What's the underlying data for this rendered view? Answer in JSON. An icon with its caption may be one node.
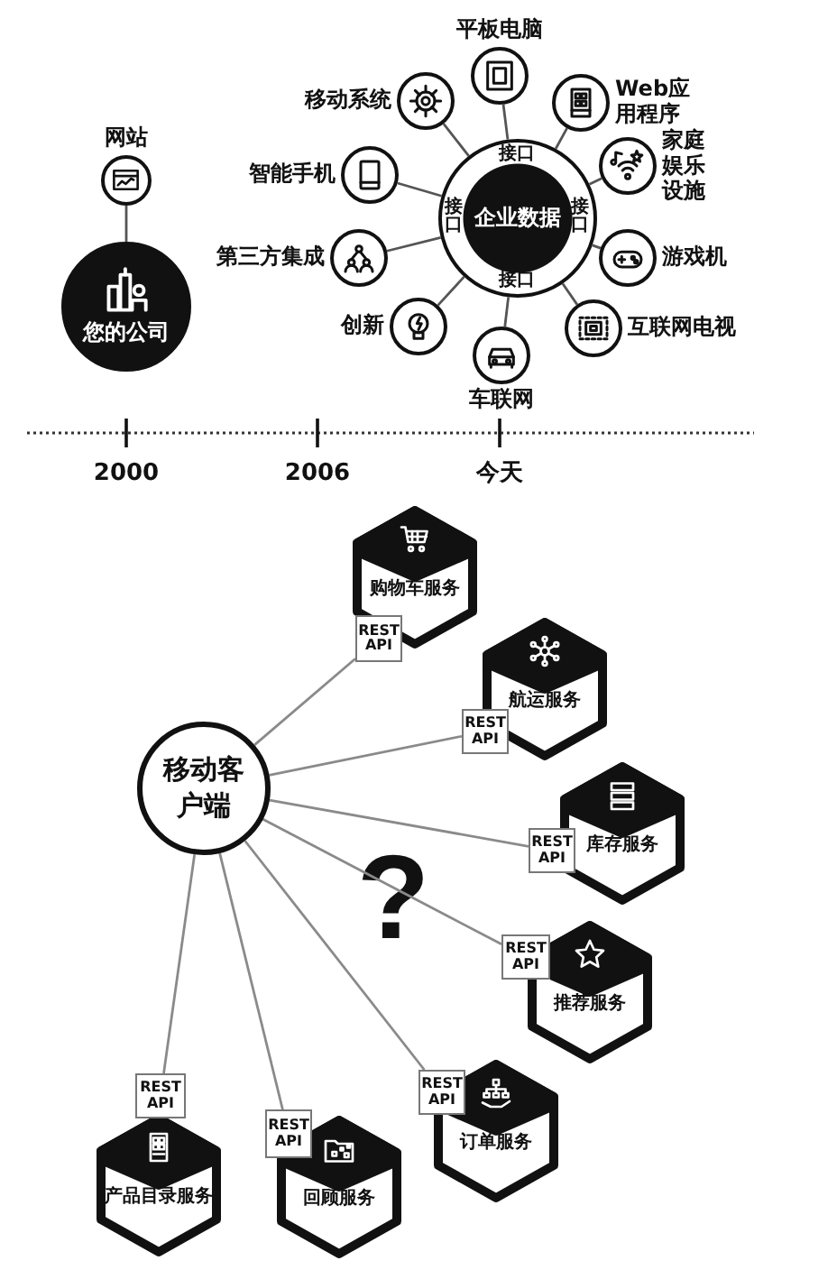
{
  "diagram": {
    "nodes": [
      {
        "text": [],
        "shape": "circle",
        "beside": [
          "网站"
        ]
      },
      {
        "text": [
          "您的公司"
        ]
      },
      {
        "text": [
          "接口",
          "接口",
          "企业数据",
          "接口",
          "接口"
        ]
      },
      {
        "text": [],
        "shape": "circle",
        "beside": [
          "平板电脑"
        ]
      },
      {
        "text": [],
        "shape": "circle",
        "beside": [
          "移动系统"
        ]
      },
      {
        "text": [],
        "shape": "circle",
        "beside": [
          "Web应用程序"
        ]
      },
      {
        "text": [],
        "shape": "circle",
        "beside": [
          "智能手机"
        ]
      },
      {
        "text": [],
        "shape": "circle",
        "beside": [
          "家庭娱乐设施"
        ]
      },
      {
        "text": [],
        "shape": "circle",
        "beside": [
          "第三方集成"
        ]
      },
      {
        "text": [],
        "shape": "circle",
        "beside": [
          "游戏机"
        ]
      },
      {
        "text": [],
        "shape": "circle",
        "beside": [
          "创新"
        ]
      },
      {
        "text": [],
        "shape": "circle",
        "beside": [
          "互联网电视"
        ]
      },
      {
        "text": [],
        "shape": "circle",
        "beside": [
          "车联网"
        ]
      },
      {
        "text": [
          "移动客户端"
        ]
      },
      {
        "text": [
          "购物车服务"
        ]
      },
      {
        "text": [
          "REST API"
        ]
      },
      {
        "text": [
          "航运服务"
        ]
      },
      {
        "text": [
          "REST API"
        ]
      },
      {
        "text": [
          "库存服务"
        ]
      },
      {
        "text": [
          "REST API"
        ]
      },
      {
        "text": [
          "推荐服务"
        ]
      },
      {
        "text": [
          "REST API"
        ]
      },
      {
        "text": [
          "订单服务"
        ]
      },
      {
        "text": [
          "REST API"
        ]
      },
      {
        "text": [
          "回顾服务"
        ]
      },
      {
        "text": [
          "REST API"
        ]
      },
      {
        "text": [
          "产品目录服务"
        ]
      },
      {
        "text": [
          "REST API"
        ]
      }
    ],
    "edges": [
      {
        "from": 0,
        "to": 1,
        "arrow": "none"
      },
      {
        "from": 3,
        "to": 2,
        "arrow": "none"
      },
      {
        "from": 4,
        "to": 2,
        "arrow": "none"
      },
      {
        "from": 5,
        "to": 2,
        "arrow": "none"
      },
      {
        "from": 6,
        "to": 2,
        "arrow": "none"
      },
      {
        "from": 7,
        "to": 2,
        "arrow": "none"
      },
      {
        "from": 8,
        "to": 2,
        "arrow": "none"
      },
      {
        "from": 9,
        "to": 2,
        "arrow": "none"
      },
      {
        "from": 10,
        "to": 2,
        "arrow": "none"
      },
      {
        "from": 11,
        "to": 2,
        "arrow": "none"
      },
      {
        "from": 12,
        "to": 2,
        "arrow": "none"
      },
      {
        "from": 13,
        "to": 15,
        "arrow": "none"
      },
      {
        "from": 13,
        "to": 17,
        "arrow": "none"
      },
      {
        "from": 13,
        "to": 19,
        "arrow": "none"
      },
      {
        "from": 13,
        "to": 21,
        "arrow": "none"
      },
      {
        "from": 13,
        "to": 23,
        "arrow": "none"
      },
      {
        "from": 13,
        "to": 25,
        "arrow": "none"
      },
      {
        "from": 13,
        "to": 27,
        "arrow": "none"
      }
    ],
    "labels": [
      "2000",
      "2006",
      "今天",
      "?"
    ]
  }
}
